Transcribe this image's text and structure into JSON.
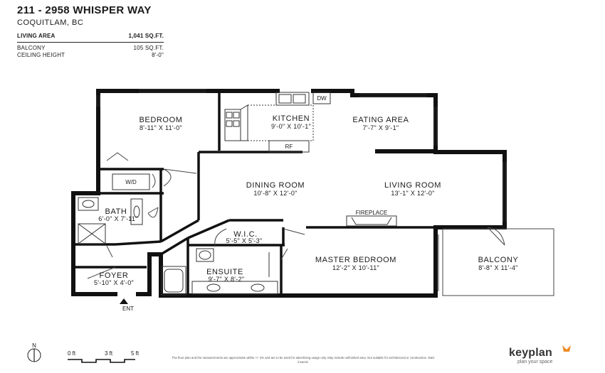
{
  "header": {
    "title": "211 - 2958 WHISPER WAY",
    "subtitle": "COQUITLAM, BC"
  },
  "stats": [
    {
      "label": "LIVING AREA",
      "value": "1,041 SQ.FT."
    },
    {
      "label": "BALCONY",
      "value": "105 SQ.FT."
    },
    {
      "label": "CEILING HEIGHT",
      "value": "8'-0\""
    }
  ],
  "rooms": {
    "bedroom": {
      "name": "BEDROOM",
      "dims": "8'-11\"  X  11'-0\""
    },
    "kitchen": {
      "name": "KITCHEN",
      "dims": "9'-0\"  X  10'-1\""
    },
    "eating_area": {
      "name": "EATING AREA",
      "dims": "7'-7\"  X  9'-1\""
    },
    "dining_room": {
      "name": "DINING ROOM",
      "dims": "10'-8\"  X  12'-0\""
    },
    "living_room": {
      "name": "LIVING ROOM",
      "dims": "13'-1\"  X  12'-0\""
    },
    "bath": {
      "name": "BATH",
      "dims": "6'-0\" X 7'-11\""
    },
    "wic": {
      "name": "W.I.C.",
      "dims": "5'-5\" X 5'-3\""
    },
    "master_bedroom": {
      "name": "MASTER BEDROOM",
      "dims": "12'-2\"  X  10'-11\""
    },
    "balcony": {
      "name": "BALCONY",
      "dims": "8'-8\"  X  11'-4\""
    },
    "ensuite": {
      "name": "ENSUITE",
      "dims": "9'-7\"  X  8'-2\""
    },
    "foyer": {
      "name": "FOYER",
      "dims": "5'-10\"  X  4'-0\""
    }
  },
  "fixtures": {
    "dw": "DW",
    "rf": "RF",
    "wd": "W/D",
    "fireplace": "FIREPLACE",
    "entry": "ENT"
  },
  "compass": {
    "label": "N"
  },
  "scale": {
    "labels": [
      "0 ft",
      "3 ft",
      "5 ft"
    ]
  },
  "footer": {
    "disclaimer": "The floor plan and the measurements are approximate within +/- 2% and are to be used for advertising usage only. May include unfinished area. Not suitable for architectural or construction. E&O insured.",
    "brand": "keyplan",
    "tagline": "plan your space"
  }
}
